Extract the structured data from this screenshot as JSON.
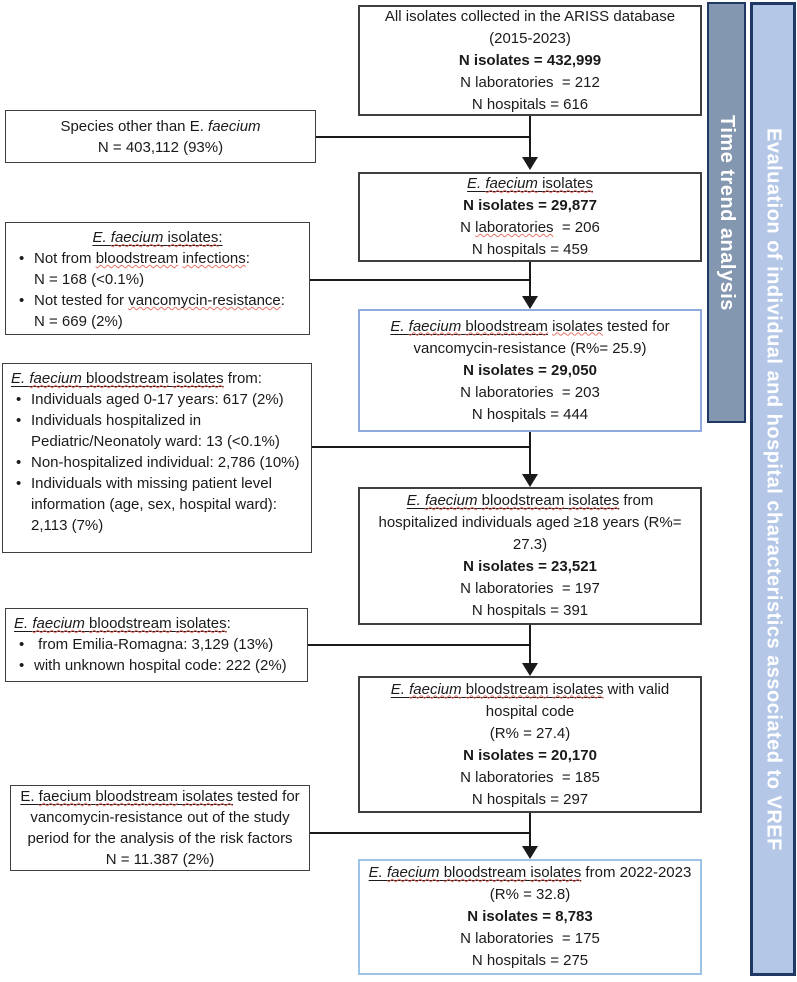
{
  "sidebars": {
    "time_trend": {
      "label": "Time trend analysis",
      "fill": "#8497B0",
      "border": "#1F3864",
      "text_color": "#FFFFFF"
    },
    "evaluation": {
      "label": "Evaluation of individual and hospital characteristics associated to VREF",
      "fill": "#B4C7E7",
      "border": "#1F3864",
      "text_color": "#FFFFFF"
    }
  },
  "flow_boxes": {
    "database": {
      "lines": [
        [
          {
            "t": "All isolates collected in the ARISS database"
          }
        ],
        [
          {
            "t": "(2015-2023)"
          }
        ],
        [
          {
            "t": "N isolates = 432,999",
            "b": 1
          }
        ],
        [
          {
            "t": "N laboratories  = 212"
          }
        ],
        [
          {
            "t": "N hospitals = 616"
          }
        ]
      ]
    },
    "faecium_isolates": {
      "lines": [
        [
          {
            "t": "E. ",
            "i": 1,
            "u": 1
          },
          {
            "t": "faecium",
            "i": 1,
            "u": 1,
            "w": 1
          },
          {
            "t": " ",
            "u": 1
          },
          {
            "t": "isolates",
            "u": 1,
            "w": 1
          }
        ],
        [
          {
            "t": "N isolates = 29,877",
            "b": 1
          }
        ],
        [
          {
            "t": "N "
          },
          {
            "t": "laboratories",
            "w": 1
          },
          {
            "t": "  = 206"
          }
        ],
        [
          {
            "t": "N hospitals = 459"
          }
        ]
      ]
    },
    "tested": {
      "border_color": "#8FAADC",
      "lines": [
        [
          {
            "t": "E. ",
            "i": 1,
            "u": 1
          },
          {
            "t": "faecium",
            "i": 1,
            "u": 1,
            "w": 1
          },
          {
            "t": " ",
            "u": 1
          },
          {
            "t": "bloodstream",
            "u": 1,
            "w": 1
          },
          {
            "t": " "
          },
          {
            "t": "isolates",
            "w": 1
          },
          {
            "t": " tested for"
          }
        ],
        [
          {
            "t": "vancomycin-resistance (R%= 25.9)"
          }
        ],
        [
          {
            "t": "N isolates = 29,050",
            "b": 1
          }
        ],
        [
          {
            "t": "N laboratories  = 203"
          }
        ],
        [
          {
            "t": "N hospitals = 444"
          }
        ]
      ]
    },
    "hospitalized": {
      "lines": [
        [
          {
            "t": "E. ",
            "i": 1,
            "u": 1
          },
          {
            "t": "faecium",
            "i": 1,
            "u": 1,
            "w": 1
          },
          {
            "t": " ",
            "u": 1
          },
          {
            "t": "bloodstream",
            "u": 1,
            "w": 1
          },
          {
            "t": " ",
            "u": 1
          },
          {
            "t": "isolates",
            "u": 1,
            "w": 1
          },
          {
            "t": " from"
          }
        ],
        [
          {
            "t": "hospitalized individuals aged ≥18 years (R%="
          }
        ],
        [
          {
            "t": "27.3)"
          }
        ],
        [
          {
            "t": "N isolates = 23,521",
            "b": 1
          }
        ],
        [
          {
            "t": "N laboratories  = 197"
          }
        ],
        [
          {
            "t": "N hospitals = 391"
          }
        ]
      ]
    },
    "valid_code": {
      "lines": [
        [
          {
            "t": "E. ",
            "i": 1,
            "u": 1
          },
          {
            "t": "faecium",
            "i": 1,
            "u": 1,
            "w": 1
          },
          {
            "t": " ",
            "u": 1
          },
          {
            "t": "bloodstream",
            "u": 1,
            "w": 1
          },
          {
            "t": " ",
            "u": 1
          },
          {
            "t": "isolates",
            "u": 1,
            "w": 1
          },
          {
            "t": " with valid"
          }
        ],
        [
          {
            "t": "hospital code"
          }
        ],
        [
          {
            "t": "(R% = 27.4)"
          }
        ],
        [
          {
            "t": "N isolates = 20,170",
            "b": 1
          }
        ],
        [
          {
            "t": "N laboratories  = 185"
          }
        ],
        [
          {
            "t": "N hospitals = 297"
          }
        ]
      ]
    },
    "final": {
      "border_color": "#9DC3E6",
      "lines": [
        [
          {
            "t": "E. ",
            "i": 1,
            "u": 1
          },
          {
            "t": "faecium",
            "i": 1,
            "u": 1,
            "w": 1
          },
          {
            "t": " ",
            "u": 1
          },
          {
            "t": "bloodstream",
            "u": 1,
            "w": 1
          },
          {
            "t": " ",
            "u": 1
          },
          {
            "t": "isolates",
            "u": 1,
            "w": 1
          },
          {
            "t": " from 2022-2023"
          }
        ],
        [
          {
            "t": "(R% = 32.8)"
          }
        ],
        [
          {
            "t": "N isolates = 8,783",
            "b": 1
          }
        ],
        [
          {
            "t": "N laboratories  = 175"
          }
        ],
        [
          {
            "t": "N hospitals = 275"
          }
        ]
      ]
    }
  },
  "exclusion_boxes": {
    "species_other": {
      "lines": [
        [
          {
            "t": "Species other than E. "
          },
          {
            "t": "faecium",
            "i": 1
          }
        ],
        [
          {
            "t": "N = 403,112 (93%)"
          }
        ]
      ]
    },
    "not_bsi": {
      "title": [
        {
          "t": "E. ",
          "i": 1,
          "u": 1
        },
        {
          "t": "faecium",
          "i": 1,
          "u": 1,
          "w": 1
        },
        {
          "t": " ",
          "u": 1
        },
        {
          "t": "isolates",
          "u": 1,
          "w": 1
        },
        {
          "t": ":",
          "u": 1
        }
      ],
      "bullets": [
        [
          {
            "t": "Not from "
          },
          {
            "t": "bloodstream",
            "w": 1
          },
          {
            "t": " "
          },
          {
            "t": "infections",
            "w": 1
          },
          {
            "t": ":"
          },
          {
            "br": 1
          },
          {
            "t": "N = 168 (<0.1%)"
          }
        ],
        [
          {
            "t": "Not tested for "
          },
          {
            "t": "vancomycin-resistance",
            "w": 1
          },
          {
            "t": ":"
          },
          {
            "br": 1
          },
          {
            "t": "N = 669 (2%)"
          }
        ]
      ]
    },
    "patient_level": {
      "title": [
        {
          "t": "E. ",
          "i": 1,
          "u": 1
        },
        {
          "t": "faecium",
          "i": 1,
          "u": 1,
          "w": 1
        },
        {
          "t": " ",
          "u": 1
        },
        {
          "t": "bloodstream",
          "u": 1,
          "w": 1
        },
        {
          "t": " ",
          "u": 1
        },
        {
          "t": "isolates",
          "u": 1,
          "w": 1
        },
        {
          "t": " from:"
        }
      ],
      "bullets": [
        [
          {
            "t": "Individuals aged 0-17 years: 617 (2%)"
          }
        ],
        [
          {
            "t": "Individuals hospitalized in"
          },
          {
            "br": 1
          },
          {
            "t": "Pediatric/Neonatoly ward: 13 (<0.1%)"
          }
        ],
        [
          {
            "t": "Non-hospitalized individual: 2,786 (10%)"
          }
        ],
        [
          {
            "t": "Individuals with missing patient level"
          },
          {
            "br": 1
          },
          {
            "t": "information (age, sex, hospital ward):"
          },
          {
            "br": 1
          },
          {
            "t": "2,113 (7%)"
          }
        ]
      ]
    },
    "region_code": {
      "title": [
        {
          "t": "E. ",
          "i": 1,
          "u": 1
        },
        {
          "t": "faecium",
          "i": 1,
          "u": 1,
          "w": 1
        },
        {
          "t": " ",
          "u": 1
        },
        {
          "t": "bloodstream",
          "u": 1,
          "w": 1
        },
        {
          "t": " ",
          "u": 1
        },
        {
          "t": "isolates",
          "u": 1,
          "w": 1
        },
        {
          "t": ":"
        }
      ],
      "bullets": [
        [
          {
            "t": " from Emilia-Romagna: 3,129 (13%)"
          }
        ],
        [
          {
            "t": "with unknown hospital code: 222 (2%)"
          }
        ]
      ]
    },
    "out_of_period": {
      "lines": [
        [
          {
            "t": "E. ",
            "u": 1
          },
          {
            "t": "faecium",
            "u": 1,
            "w": 1
          },
          {
            "t": " ",
            "u": 1
          },
          {
            "t": "bloodstream",
            "u": 1,
            "w": 1
          },
          {
            "t": " ",
            "u": 1
          },
          {
            "t": "isolates",
            "u": 1,
            "w": 1
          },
          {
            "t": " tested for"
          }
        ],
        [
          {
            "t": "vancomycin-resistance out of the study"
          }
        ],
        [
          {
            "t": "period for the analysis of the risk factors"
          }
        ],
        [
          {
            "t": "N = 11.387 (2%)"
          }
        ]
      ]
    }
  }
}
